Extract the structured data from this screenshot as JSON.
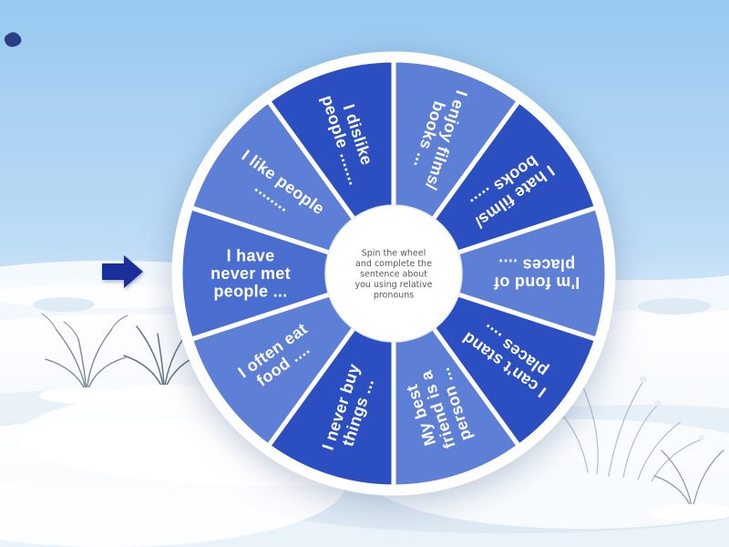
{
  "activity": {
    "instructions": "Spin the wheel and complete the sentence about you using relative pronouns",
    "instructions_lines": [
      "Spin the wheel",
      "and complete the",
      "sentence about",
      "you using relative",
      "pronouns"
    ]
  },
  "palette": {
    "segment_light": "#5d7fd6",
    "segment_dark": "#2b4fc1",
    "segment_medium": "#4a6ed0",
    "wheel_ring": "#ffffff",
    "pointer": "#1b2f9b",
    "label_text": "#ffffff",
    "center_text": "#58585f"
  },
  "wheel": {
    "segments": [
      {
        "label": "I enjoy films/ books ...",
        "lines": [
          "I enjoy films/",
          "books ..."
        ],
        "color": "#5d7fd6"
      },
      {
        "label": "I hate films/ books .....",
        "lines": [
          "I hate films/",
          "books ....."
        ],
        "color": "#2b4fc1"
      },
      {
        "label": "I'm fond of places ....",
        "lines": [
          "I'm fond of",
          "places ...."
        ],
        "color": "#5d7fd6"
      },
      {
        "label": "I can't stand places ....",
        "lines": [
          "I can't stand",
          "places ...."
        ],
        "color": "#2b4fc1"
      },
      {
        "label": "My best friend is a person ...",
        "lines": [
          "My best",
          "friend is a",
          "person ..."
        ],
        "color": "#5d7fd6"
      },
      {
        "label": "I never buy things ...",
        "lines": [
          "I never buy",
          "things ..."
        ],
        "color": "#2b4fc1"
      },
      {
        "label": "I often eat food ....",
        "lines": [
          "I often eat",
          "food ...."
        ],
        "color": "#5d7fd6"
      },
      {
        "label": "I have never met people ...",
        "lines": [
          "I have",
          "never met",
          "people ..."
        ],
        "color": "#4a6ed0"
      },
      {
        "label": "I like people ........",
        "lines": [
          "I like people",
          "........"
        ],
        "color": "#5d7fd6"
      },
      {
        "label": "I dislike people .......",
        "lines": [
          "I dislike",
          "people ......."
        ],
        "color": "#2b4fc1"
      }
    ]
  },
  "pointer": {
    "direction": "right"
  }
}
